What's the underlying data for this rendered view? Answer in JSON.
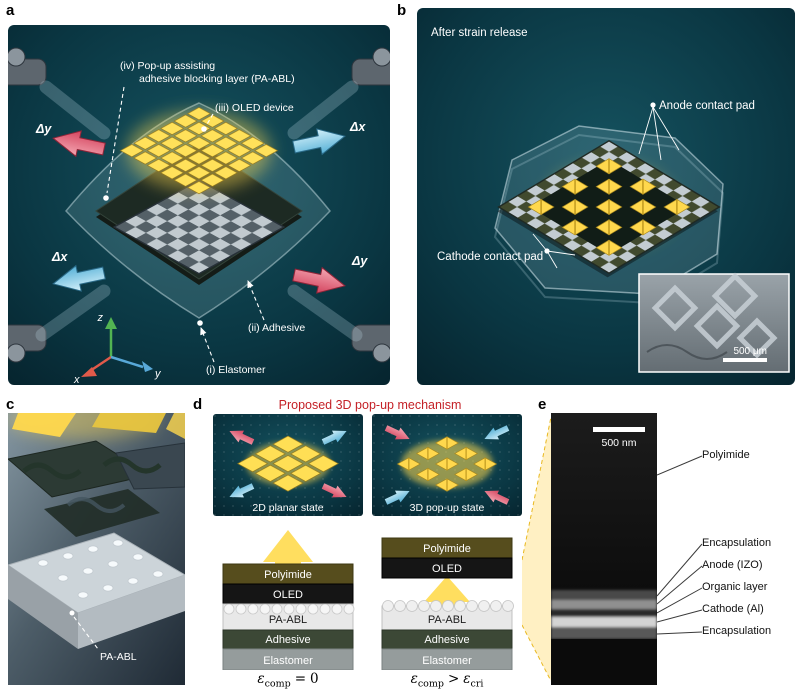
{
  "panels": {
    "a": {
      "letter": "a",
      "ann_iv_line1": "(iv) Pop-up assisting",
      "ann_iv_line2": "adhesive blocking layer (PA-ABL)",
      "ann_iii": "(iii) OLED device",
      "ann_ii": "(ii) Adhesive",
      "ann_i": "(i) Elastomer",
      "arrows": {
        "top_left": "Δy",
        "top_right": "Δx",
        "bottom_left": "Δx",
        "bottom_right": "Δy"
      },
      "axes": {
        "x": "x",
        "y": "y",
        "z": "z"
      }
    },
    "b": {
      "letter": "b",
      "caption": "After strain release",
      "anode_label": "Anode contact pad",
      "cathode_label": "Cathode contact pad",
      "inset_scale": "500 μm"
    },
    "c": {
      "letter": "c",
      "pa_abl_label": "PA-ABL"
    },
    "d": {
      "letter": "d",
      "title": "Proposed 3D pop-up mechanism",
      "left": {
        "state": "2D planar state",
        "layers": [
          "Polyimide",
          "OLED",
          "PA-ABL",
          "Adhesive",
          "Elastomer"
        ],
        "eq": {
          "sym": "ε",
          "sub": "comp",
          "rel": "=",
          "val": "0"
        }
      },
      "right": {
        "state": "3D pop-up state",
        "layers": [
          "Polyimide",
          "OLED",
          "PA-ABL",
          "Adhesive",
          "Elastomer"
        ],
        "eq": {
          "sym": "ε",
          "sub": "comp",
          "rel": ">",
          "sym2": "ε",
          "sub2": "cri"
        }
      }
    },
    "e": {
      "letter": "e",
      "scale_label": "500 nm",
      "labels": [
        "Polyimide",
        "Encapsulation",
        "Anode (IZO)",
        "Organic layer",
        "Cathode (Al)",
        "Encapsulation"
      ]
    }
  },
  "colors": {
    "title_red": "#c42127",
    "oled_yellow": "#ffd84d",
    "strain_red": "#e0607a",
    "strain_blue": "#7ec8e8",
    "scene_teal": "#0d3b47"
  }
}
